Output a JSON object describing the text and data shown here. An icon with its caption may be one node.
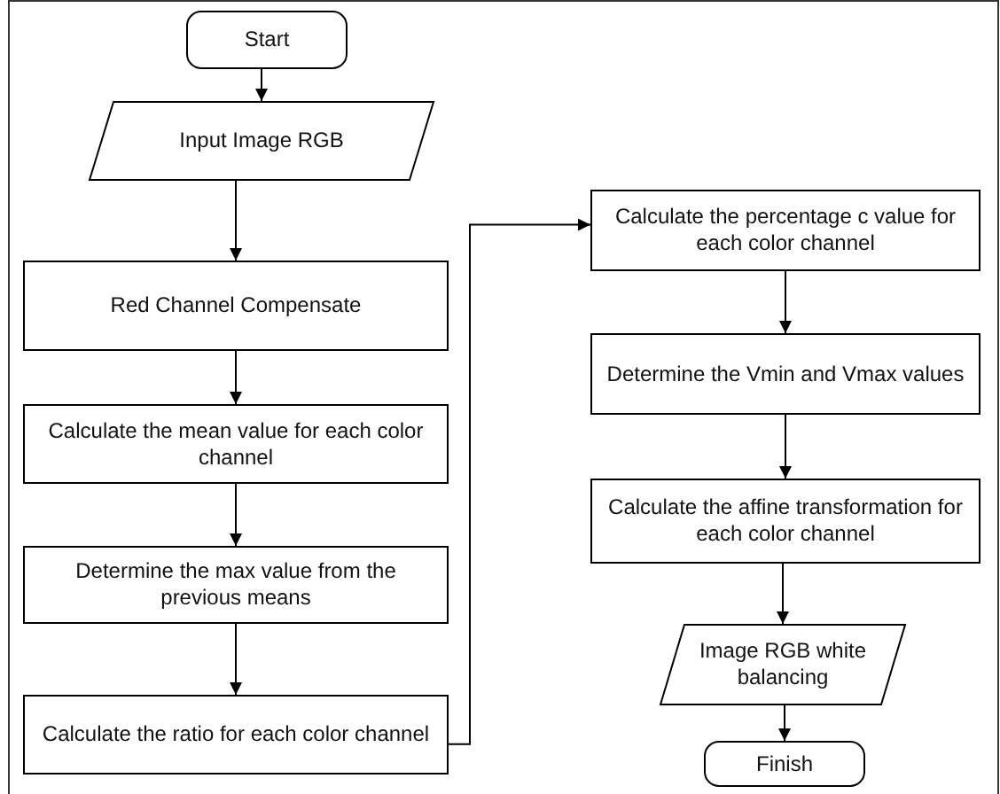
{
  "diagram": {
    "nodes": [
      {
        "text": [
          "Start"
        ]
      },
      {
        "text": [
          "Input Image RGB"
        ]
      },
      {
        "text": [
          "Red Channel Compensate"
        ]
      },
      {
        "text": [
          "Calculate the mean value for each color channel"
        ]
      },
      {
        "text": [
          "Determine the max value from the previous means"
        ]
      },
      {
        "text": [
          "Calculate the ratio for each color channel"
        ]
      },
      {
        "text": [
          "Calculate the percentage c value for each color channel"
        ]
      },
      {
        "text": [
          "Determine the Vmin and Vmax values"
        ]
      },
      {
        "text": [
          "Calculate the affine transformation for each color channel"
        ]
      },
      {
        "text": [
          "Image RGB white balancing"
        ]
      },
      {
        "text": [
          "Finish"
        ]
      }
    ],
    "edges": [
      {
        "from": 0,
        "to": 1,
        "arrow": "to"
      },
      {
        "from": 1,
        "to": 2,
        "arrow": "to"
      },
      {
        "from": 2,
        "to": 3,
        "arrow": "to"
      },
      {
        "from": 3,
        "to": 4,
        "arrow": "to"
      },
      {
        "from": 4,
        "to": 5,
        "arrow": "to"
      },
      {
        "from": 5,
        "to": 6,
        "arrow": "to"
      },
      {
        "from": 6,
        "to": 7,
        "arrow": "to"
      },
      {
        "from": 7,
        "to": 8,
        "arrow": "to"
      },
      {
        "from": 8,
        "to": 9,
        "arrow": "to"
      },
      {
        "from": 9,
        "to": 10,
        "arrow": "to"
      }
    ]
  }
}
